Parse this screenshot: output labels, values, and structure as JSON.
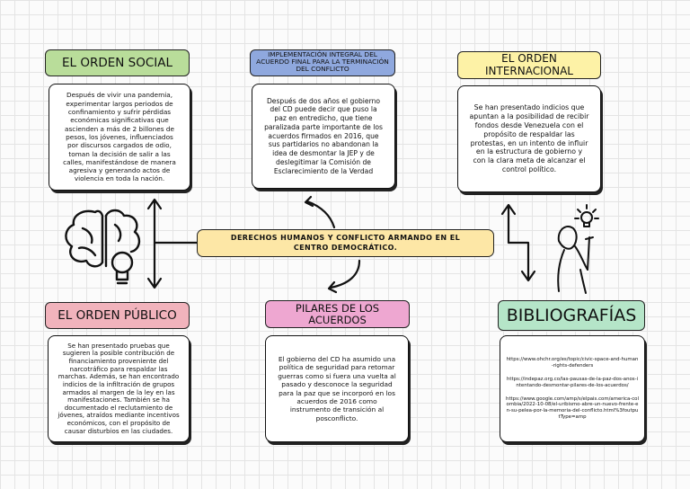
{
  "center_topic": "DERECHOS HUMANOS Y CONFLICTO ARMANDO EN EL CENTRO DEMOCRÁTICO.",
  "colors": {
    "social": "#b9dd9a",
    "implementacion": "#8fa8de",
    "internacional": "#fdf2a6",
    "publico": "#f1b3bc",
    "pilares": "#eea7d1",
    "bibliografias": "#b5e5c8",
    "center": "#fde7a6"
  },
  "sections": {
    "orden_social": {
      "title": "EL ORDEN SOCIAL",
      "text": "Después de vivir una pandemia, experimentar largos periodos de confinamiento y sufrir pérdidas económicas significativas que ascienden a más de 2 billones de pesos, los jóvenes, influenciados por discursos cargados de odio, toman la decisión de salir a las calles, manifestándose de manera agresiva y generando actos de violencia en toda la nación."
    },
    "implementacion": {
      "title": "IMPLEMENTACIÓN INTEGRAL DEL ACUERDO FINAL PARA LA TERMINACIÓN DEL CONFLICTO",
      "text": "Después de dos años el gobierno del CD puede decir que puso la paz en entredicho, que tiene paralizada parte importante de los acuerdos firmados en 2016, que sus partidarios no abandonan la idea de desmontar la JEP y de deslegitimar la Comisión de Esclarecimiento de la Verdad"
    },
    "orden_internacional": {
      "title": "EL ORDEN INTERNACIONAL",
      "text": "Se han presentado indicios que apuntan a la posibilidad de recibir fondos desde Venezuela con el propósito de respaldar las protestas, en un intento de influir en la estructura de gobierno y con la clara meta de alcanzar el control político."
    },
    "orden_publico": {
      "title": "EL ORDEN PÚBLICO",
      "text": "Se han presentado pruebas que sugieren la posible contribución de financiamiento proveniente del narcotráfico para respaldar las marchas. Además, se han encontrado indicios de la infiltración de grupos armados al margen de la ley en las manifestaciones. También se ha documentado el reclutamiento de jóvenes, atraídos mediante incentivos económicos, con el propósito de causar disturbios en las ciudades."
    },
    "pilares": {
      "title": "PILARES DE LOS ACUERDOS",
      "text": "El gobierno del CD ha asumido una política de seguridad para retomar guerras como si fuera una vuelta al pasado y desconoce la seguridad para la paz que se incorporó en los acuerdos de 2016 como instrumento de transición al posconflicto."
    },
    "bibliografias": {
      "title": "BIBLIOGRAFÍAS",
      "links": [
        "https://www.ohchr.org/es/topic/civic-space-and-human-rights-defenders",
        "https://indepaz.org.co/las-pausas-de-la-paz-dos-anos-intentando-desmontar-pilares-de-los-acuerdos/",
        "https://www.google.com/amp/s/elpais.com/america-colombia/2022-10-08/el-uribismo-abre-un-nuevo-frente-en-su-pelea-por-la-memoria-del-conflicto.html%3foutputType=amp"
      ]
    }
  }
}
